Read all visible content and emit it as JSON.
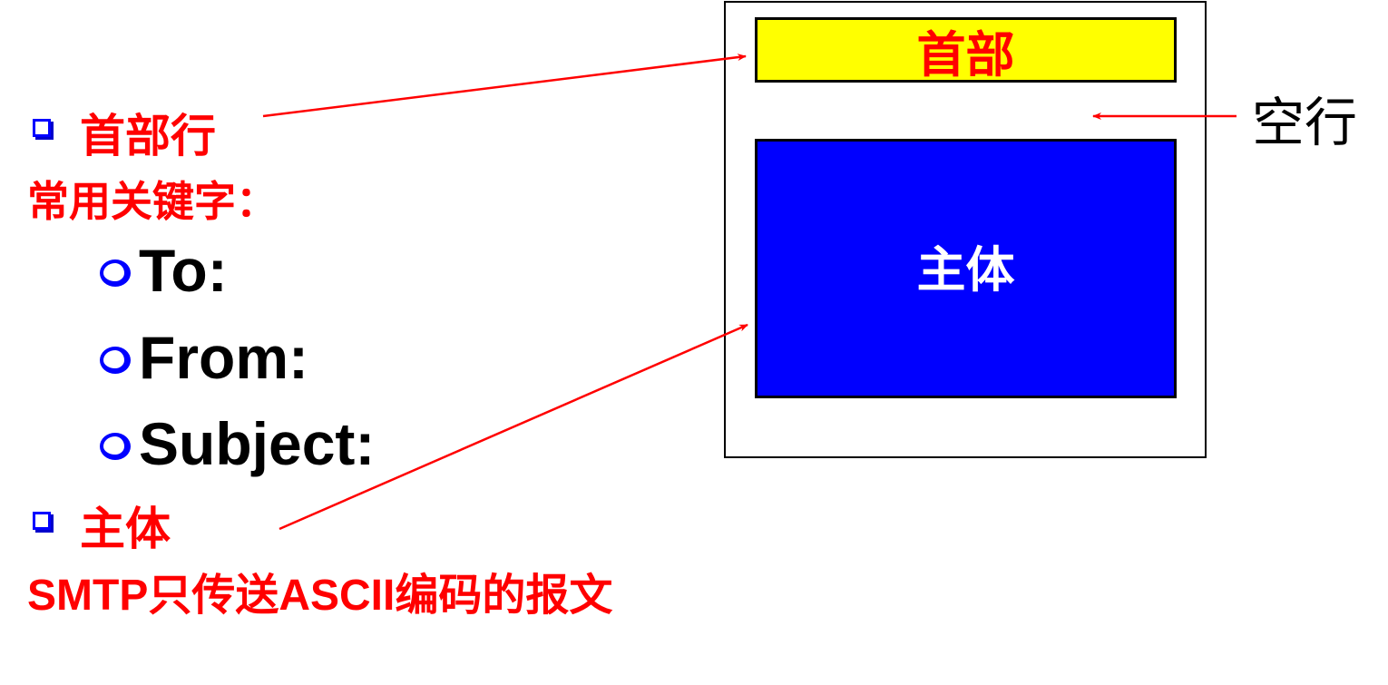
{
  "left": {
    "header_section": "首部行",
    "keywords_label": "常用关键字：",
    "keywords": [
      "To:",
      "From:",
      "Subject:"
    ],
    "body_section": "主体",
    "note": "SMTP只传送ASCII编码的报文"
  },
  "diagram": {
    "header_box": "首部",
    "blank_line_label": "空行",
    "body_box": "主体"
  },
  "colors": {
    "header_fill": "#ffff00",
    "body_fill": "#0000ff",
    "accent": "#ff0000",
    "bullet": "#0000ff"
  }
}
